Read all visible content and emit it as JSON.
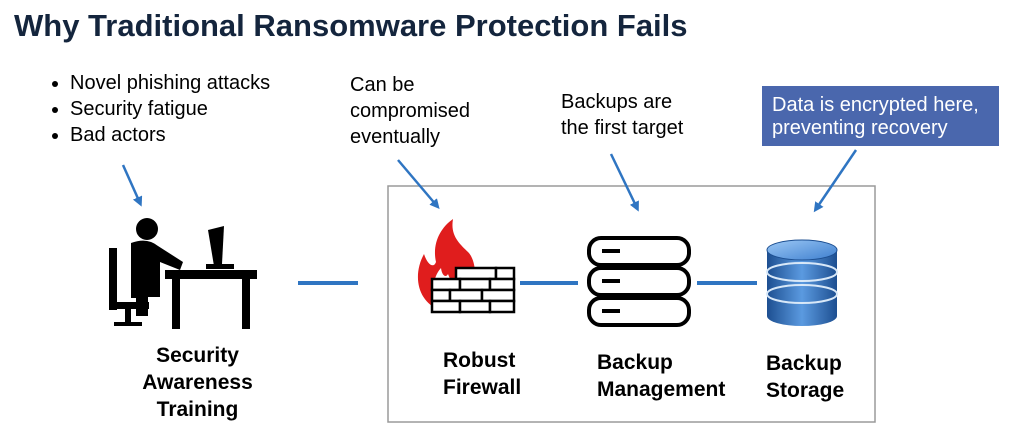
{
  "title": "Why Traditional Ransomware Protection Fails",
  "security_awareness": {
    "bullets": [
      "Novel phishing attacks",
      "Security fatigue",
      "Bad actors"
    ],
    "label": "Security\nAwareness\nTraining",
    "icon": "person-at-desk-icon"
  },
  "firewall": {
    "note": "Can be\ncompromised\neventually",
    "label": "Robust\nFirewall",
    "icon": "firewall-icon"
  },
  "backup_management": {
    "note": "Backups are\nthe first target",
    "label": "Backup\nManagement",
    "icon": "server-stack-icon"
  },
  "backup_storage": {
    "note": "Data is encrypted here,\npreventing recovery",
    "label": "Backup\nStorage",
    "icon": "database-icon"
  },
  "colors": {
    "title": "#14253d",
    "arrow": "#2f75c2",
    "connector": "#2f75c2",
    "callout_bg": "#4a67ad",
    "box_border": "#9a9a9a",
    "fire": "#e01d1d",
    "db_blue": "#2c69b5"
  }
}
